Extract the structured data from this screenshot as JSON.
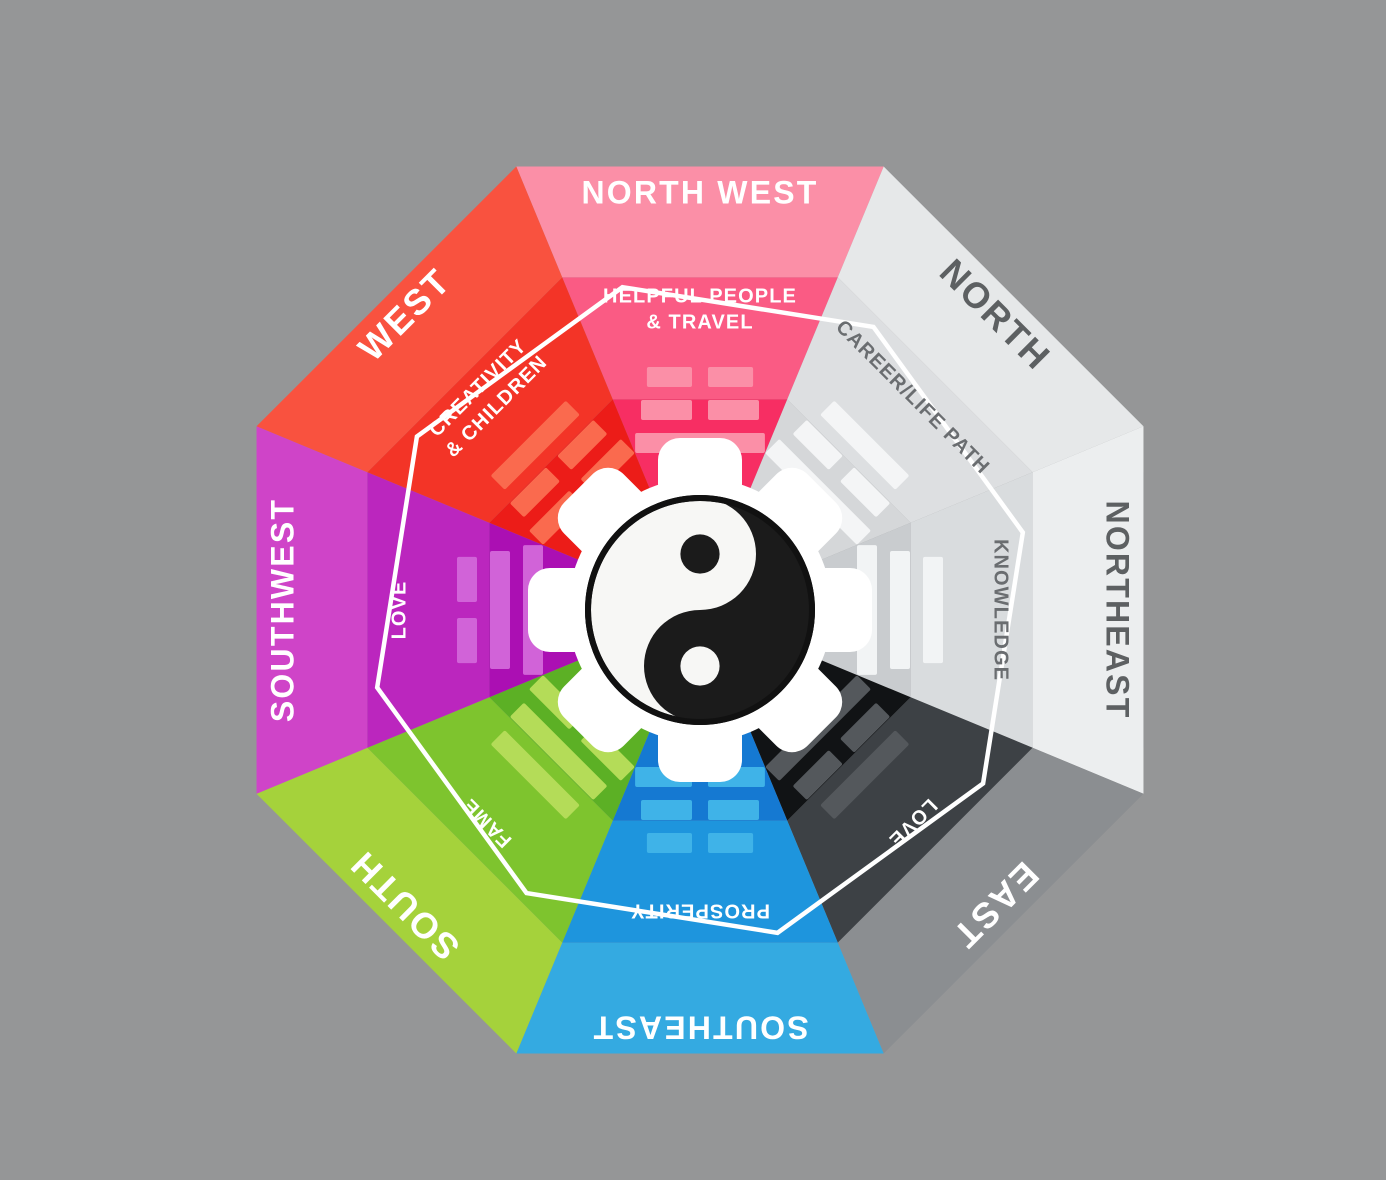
{
  "diagram": {
    "title": "Feng Shui Bagua Octagon",
    "background_color": "#959697",
    "center_symbol": "yin-yang-symbol",
    "outline_color": "#ffffff"
  },
  "sectors": [
    {
      "id": "north-west",
      "direction": "NORTH WEST",
      "area": "HELPFUL PEOPLE\n& TRAVEL",
      "area_line1": "HELPFUL PEOPLE",
      "area_line2": "& TRAVEL",
      "band_color": "#fb8fa7",
      "wedge_color": "#f72e63",
      "mid_color": "#fa5b84",
      "trigram_color": "#fb8fa7",
      "trigram": [
        "broken",
        "broken",
        "solid"
      ],
      "label_color": "#ffffff"
    },
    {
      "id": "north",
      "direction": "NORTH",
      "area": "CAREER/LIFE PATH",
      "area_line1": "CAREER/LIFE PATH",
      "area_line2": "",
      "band_color": "#e6e8e9",
      "wedge_color": "#d5d7d9",
      "mid_color": "#dddfe1",
      "trigram_color": "#f4f5f6",
      "trigram": [
        "solid",
        "broken",
        "solid"
      ],
      "label_color": "#5d6062"
    },
    {
      "id": "north-east",
      "direction": "NORTHEAST",
      "area": "KNOWLEDGE",
      "area_line1": "KNOWLEDGE",
      "area_line2": "",
      "band_color": "#eceeef",
      "wedge_color": "#c9cccf",
      "mid_color": "#d9dcde",
      "trigram_color": "#f2f4f5",
      "trigram": [
        "solid",
        "solid",
        "solid"
      ],
      "label_color": "#6a6d70"
    },
    {
      "id": "east",
      "direction": "EAST",
      "area": "LOVE",
      "area_line1": "LOVE",
      "area_line2": "",
      "band_color": "#8b8e91",
      "wedge_color": "#111315",
      "mid_color": "#3d4145",
      "trigram_color": "#54585c",
      "trigram": [
        "solid",
        "broken",
        "solid"
      ],
      "label_color": "#ffffff"
    },
    {
      "id": "south-east",
      "direction": "SOUTHEAST",
      "area": "PROSPERITY",
      "area_line1": "PROSPERITY",
      "area_line2": "",
      "band_color": "#34aae1",
      "wedge_color": "#1579d2",
      "mid_color": "#1e95dd",
      "trigram_color": "#3fb3e8",
      "trigram": [
        "broken",
        "broken",
        "broken"
      ],
      "label_color": "#ffffff"
    },
    {
      "id": "south",
      "direction": "SOUTH",
      "area": "FAME",
      "area_line1": "FAME",
      "area_line2": "",
      "band_color": "#a5d23b",
      "wedge_color": "#5cb025",
      "mid_color": "#7ec42e",
      "trigram_color": "#b4dc58",
      "trigram": [
        "solid",
        "solid",
        "broken"
      ],
      "label_color": "#ffffff"
    },
    {
      "id": "south-west",
      "direction": "SOUTHWEST",
      "area": "LOVE",
      "area_line1": "LOVE",
      "area_line2": "",
      "band_color": "#cf44c8",
      "wedge_color": "#ab0fb3",
      "mid_color": "#bb26be",
      "trigram_color": "#d163d8",
      "trigram": [
        "broken",
        "solid",
        "solid"
      ],
      "label_color": "#ffffff"
    },
    {
      "id": "west",
      "direction": "WEST",
      "area": "CREATIVITY\n& CHILDREN",
      "area_line1": "CREATIVITY",
      "area_line2": "& CHILDREN",
      "band_color": "#f9523f",
      "wedge_color": "#ec1c18",
      "mid_color": "#f33427",
      "trigram_color": "#fa6a4e",
      "trigram": [
        "solid",
        "broken",
        "broken"
      ],
      "label_color": "#ffffff"
    }
  ],
  "yin_yang": {
    "name": "yin-yang-symbol",
    "light_color": "#f7f7f5",
    "dark_color": "#1b1b1b",
    "outline_color": "#111111"
  }
}
